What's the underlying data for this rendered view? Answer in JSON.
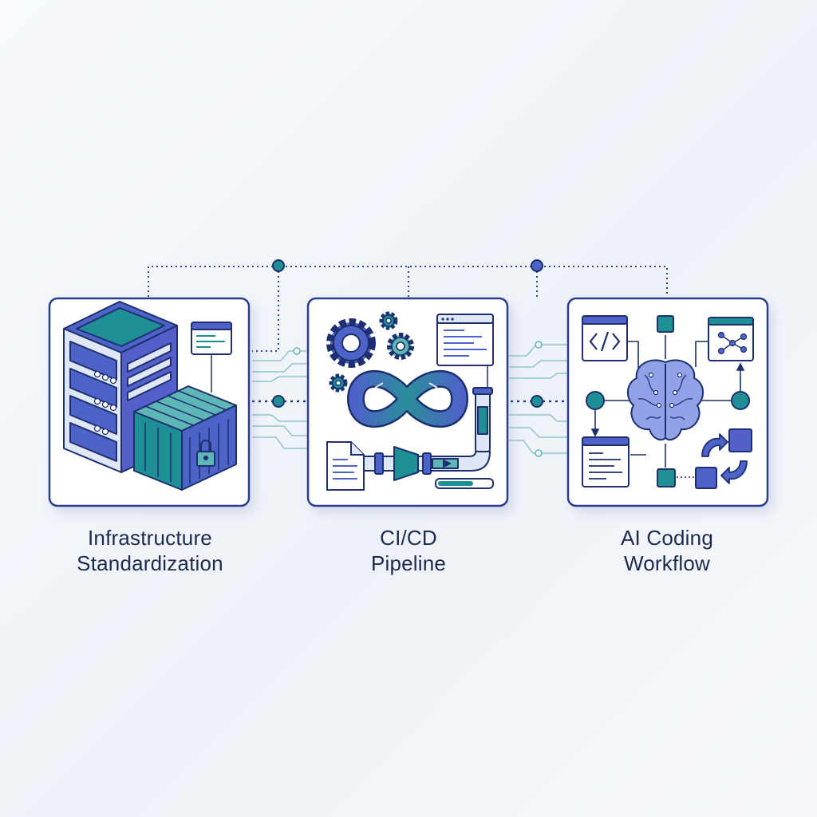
{
  "stages": [
    {
      "id": "infrastructure",
      "line1": "Infrastructure",
      "line2": "Standardization"
    },
    {
      "id": "cicd",
      "line1": "CI/CD",
      "line2": "Pipeline"
    },
    {
      "id": "ai",
      "line1": "AI Coding",
      "line2": "Workflow"
    }
  ],
  "colors": {
    "navy": "#233a8c",
    "indigo": "#5360c9",
    "teal": "#1f8f96",
    "tealLight": "#5fb6b6",
    "lightBlue": "#dfe8f7",
    "panelBorder": "#2c3e8f"
  },
  "icons": [
    "server-rack-icon",
    "shipping-container-icon",
    "lock-icon",
    "gear-icon",
    "infinity-loop-icon",
    "pipe-icon",
    "code-window-icon",
    "brain-icon",
    "code-brackets-icon",
    "network-nodes-icon",
    "cycle-arrows-icon"
  ]
}
